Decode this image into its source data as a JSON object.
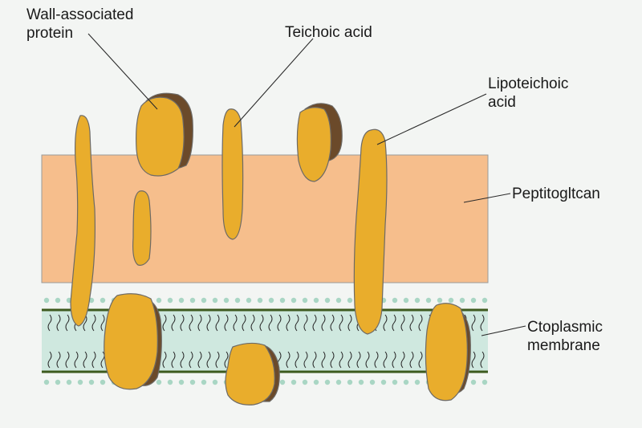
{
  "labels": {
    "wall_associated_protein": [
      "Wall-associated",
      "protein"
    ],
    "teichoic_acid": [
      "Teichoic acid"
    ],
    "lipoteichoic_acid": [
      "Lipoteichoic",
      "acid"
    ],
    "peptidoglycan": [
      "Peptitogltcan"
    ],
    "cytoplasmic_membrane": [
      "Ctoplasmic",
      "membrane"
    ]
  },
  "colors": {
    "background": "#f3f5f3",
    "peptidoglycan_fill": "#f6be8c",
    "membrane_fill": "#cfe8df",
    "membrane_edge": "#3d5a1e",
    "protein_fill": "#e9ad2c",
    "protein_shadow": "#6b4a2a",
    "outline": "#6d6a66",
    "leader_line": "#2a2a2a",
    "lipid_tail": "#2b2b2b",
    "lipid_head": "#a9d6c4"
  }
}
